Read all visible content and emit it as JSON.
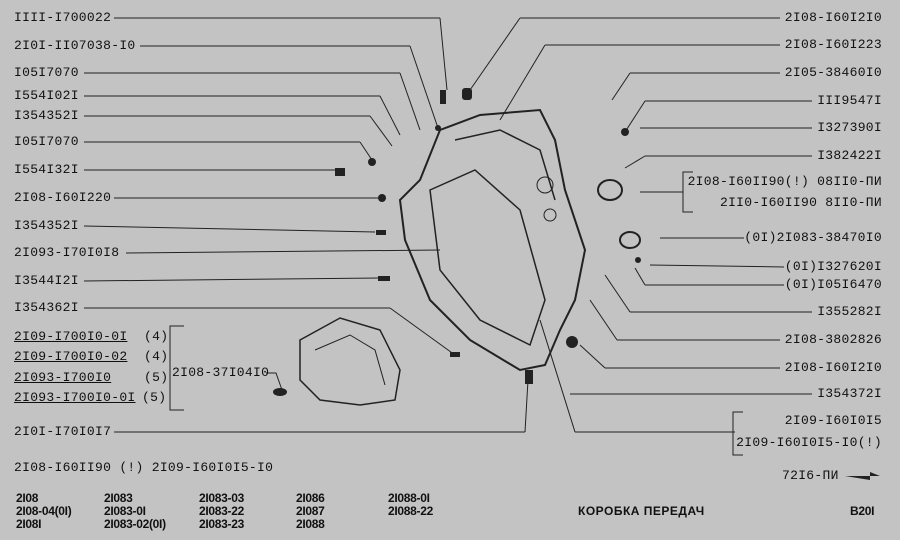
{
  "left_labels": [
    "IIII-I700022",
    "2I0I-II07038-I0",
    "I05I7070",
    "I554I02I",
    "I354352I",
    "I05I7070",
    "I554I32I",
    "2I08-I60I220",
    "I354352I",
    "2I093-I70I0I8",
    "I3544I2I",
    "I354362I"
  ],
  "gearbox_variants": [
    {
      "code": "2I09-I700I0-0I",
      "qty": "(4)"
    },
    {
      "code": "2I09-I700I0-02",
      "qty": "(4)"
    },
    {
      "code": "2I093-I700I0",
      "qty": "(5)"
    },
    {
      "code": "2I093-I700I0-0I",
      "qty": "(5)"
    }
  ],
  "inset_label": "2I08-37I04I0",
  "left_bottom_label": "2I0I-I70I0I7",
  "note": "2I08-I60II90 (!) 2I09-I60I0I5-I0",
  "right_labels": [
    "2I08-I60I2I0",
    "2I08-I60I223",
    "2I05-38460I0",
    "III9547I",
    "I327390I",
    "I382422I"
  ],
  "right_bracket_1": [
    "2I08-I60II90(!) 08II0-ПИ",
    "2II0-I60II90 8II0-ПИ"
  ],
  "right_labels_2": [
    "(0I)2I083-38470I0",
    "(0I)I327620I",
    "(0I)I05I6470",
    "I355282I",
    "2I08-3802826",
    "2I08-I60I2I0",
    "I354372I"
  ],
  "right_bracket_2": [
    "2I09-I60I0I5",
    "2I09-I60I0I5-I0(!)"
  ],
  "continuation": "72I6-ПИ",
  "models": [
    [
      "2I08",
      "2I08-04(0I)",
      "2I08I"
    ],
    [
      "2I083",
      "2I083-0I",
      "2I083-02(0I)"
    ],
    [
      "2I083-03",
      "2I083-22",
      "2I083-23"
    ],
    [
      "2I086",
      "2I087",
      "2I088"
    ],
    [
      "2I088-0I",
      "2I088-22"
    ]
  ],
  "title": "КОРОБКА ПЕРЕДАЧ",
  "page_code": "B20I"
}
